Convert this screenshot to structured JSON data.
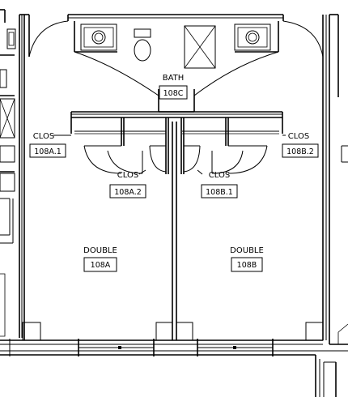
{
  "plan": {
    "rooms": [
      {
        "name": "BATH",
        "number": "108C"
      },
      {
        "name": "CLOS",
        "number": "108A.1"
      },
      {
        "name": "CLOS",
        "number": "108A.2"
      },
      {
        "name": "CLOS",
        "number": "108B.1"
      },
      {
        "name": "CLOS",
        "number": "108B.2"
      },
      {
        "name": "DOUBLE",
        "number": "108A"
      },
      {
        "name": "DOUBLE",
        "number": "108B"
      }
    ]
  }
}
